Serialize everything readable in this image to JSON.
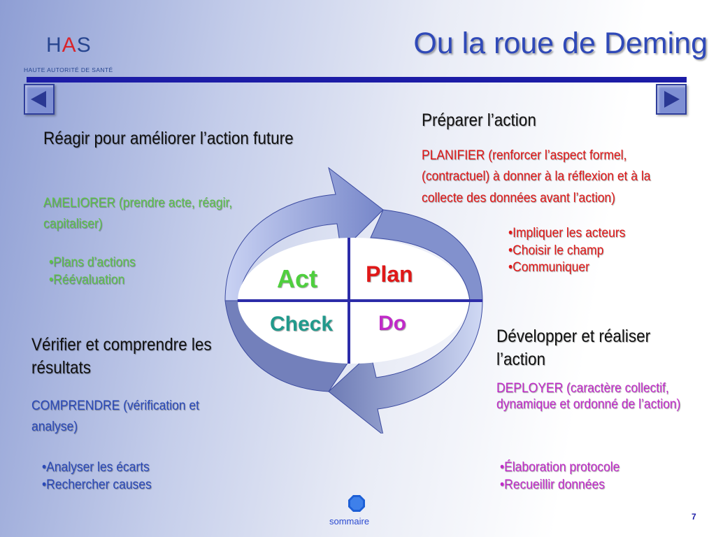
{
  "logo": {
    "mark_h": "H",
    "mark_a": "A",
    "mark_s": "S",
    "subtitle": "HAUTE AUTORITÉ DE SANTÉ"
  },
  "title": "Ou la roue de Deming",
  "colors": {
    "accent": "#1c1ca6",
    "title": "#2f49b8",
    "plan": "#e01818",
    "act": "#5ec24a",
    "check": "#2a49b8",
    "do": "#c02ac8"
  },
  "nav": {
    "prev_icon": "triangle-left-icon",
    "next_icon": "triangle-right-icon"
  },
  "plan": {
    "heading": "Préparer l’action",
    "desc": "PLANIFIER  (renforcer l’aspect formel, (contractuel) à donner à la réflexion et à la collecte des données avant l’action)",
    "bullets": [
      "Impliquer les acteurs",
      "Choisir le champ",
      "Communiquer"
    ]
  },
  "act": {
    "heading": "Réagir pour améliorer l’action future",
    "desc": "AMELIORER  (prendre acte, réagir, capitaliser)",
    "bullets": [
      "Plans d’actions",
      "Réévaluation"
    ]
  },
  "check": {
    "heading": "Vérifier et comprendre les résultats",
    "desc": "COMPRENDRE (vérification et analyse)",
    "bullets": [
      "Analyser les écarts",
      "Rechercher causes"
    ]
  },
  "do": {
    "heading": "Développer et réaliser l’action",
    "desc": "DEPLOYER (caractère collectif, dynamique et ordonné de l’action)",
    "bullets": [
      "Élaboration protocole",
      "Recueillir données"
    ]
  },
  "wheel": {
    "act": "Act",
    "plan": "Plan",
    "check": "Check",
    "do": "Do"
  },
  "footer": {
    "sommaire": "sommaire",
    "page": "7"
  }
}
